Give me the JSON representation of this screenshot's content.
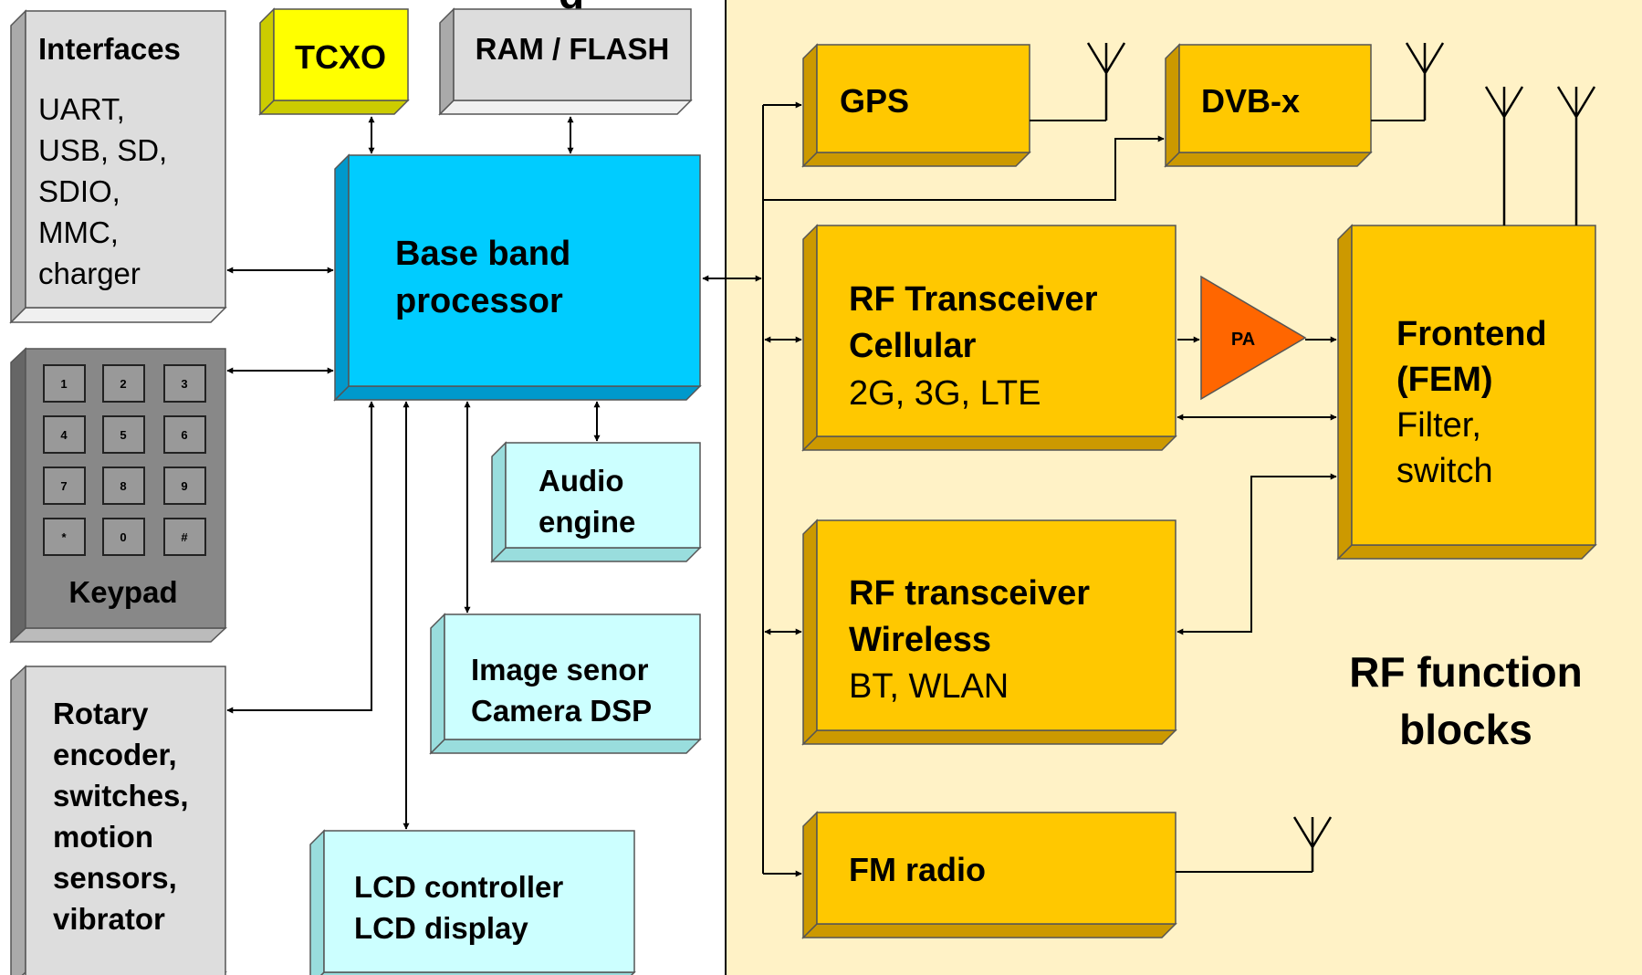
{
  "title_fragment": "g",
  "blocks": {
    "interfaces": {
      "title": "Interfaces",
      "lines": [
        "UART,",
        "USB, SD,",
        "SDIO,",
        "MMC,",
        "charger"
      ]
    },
    "tcxo": {
      "label": "TCXO"
    },
    "ram_flash": {
      "label": "RAM / FLASH"
    },
    "baseband": {
      "lines": [
        "Base band",
        "processor"
      ]
    },
    "keypad": {
      "keys": [
        "1",
        "2",
        "3",
        "4",
        "5",
        "6",
        "7",
        "8",
        "9",
        "*",
        "0",
        "#"
      ],
      "label": "Keypad"
    },
    "rotary": {
      "lines": [
        "Rotary",
        "encoder,",
        "switches,",
        "motion",
        "sensors,",
        "vibrator"
      ]
    },
    "audio": {
      "lines": [
        "Audio",
        "engine"
      ]
    },
    "image": {
      "lines": [
        "Image senor",
        "Camera DSP"
      ]
    },
    "lcd": {
      "lines": [
        "LCD controller",
        "LCD display"
      ]
    },
    "gps": {
      "label": "GPS"
    },
    "dvb": {
      "label": "DVB-x"
    },
    "rf_cellular": {
      "title_lines": [
        "RF Transceiver",
        "Cellular"
      ],
      "sub": "2G, 3G, LTE"
    },
    "pa": {
      "label": "PA"
    },
    "frontend": {
      "title_lines": [
        "Frontend",
        "(FEM)"
      ],
      "sub_lines": [
        "Filter,",
        "switch"
      ]
    },
    "rf_wireless": {
      "title_lines": [
        "RF transceiver",
        "Wireless"
      ],
      "sub": "BT, WLAN"
    },
    "fm": {
      "label": "FM radio"
    },
    "rf_panel": {
      "lines": [
        "RF function",
        "blocks"
      ]
    }
  },
  "colors": {
    "rf_panel_bg": "#FFF2C6",
    "orange_block": "#FFC800",
    "baseband": "#00CCFF",
    "light_cyan": "#CCFFFF",
    "gray_block": "#DDDDDD",
    "keypad": "#888888",
    "tcxo": "#FFFF00",
    "pa": "#FF6600"
  }
}
